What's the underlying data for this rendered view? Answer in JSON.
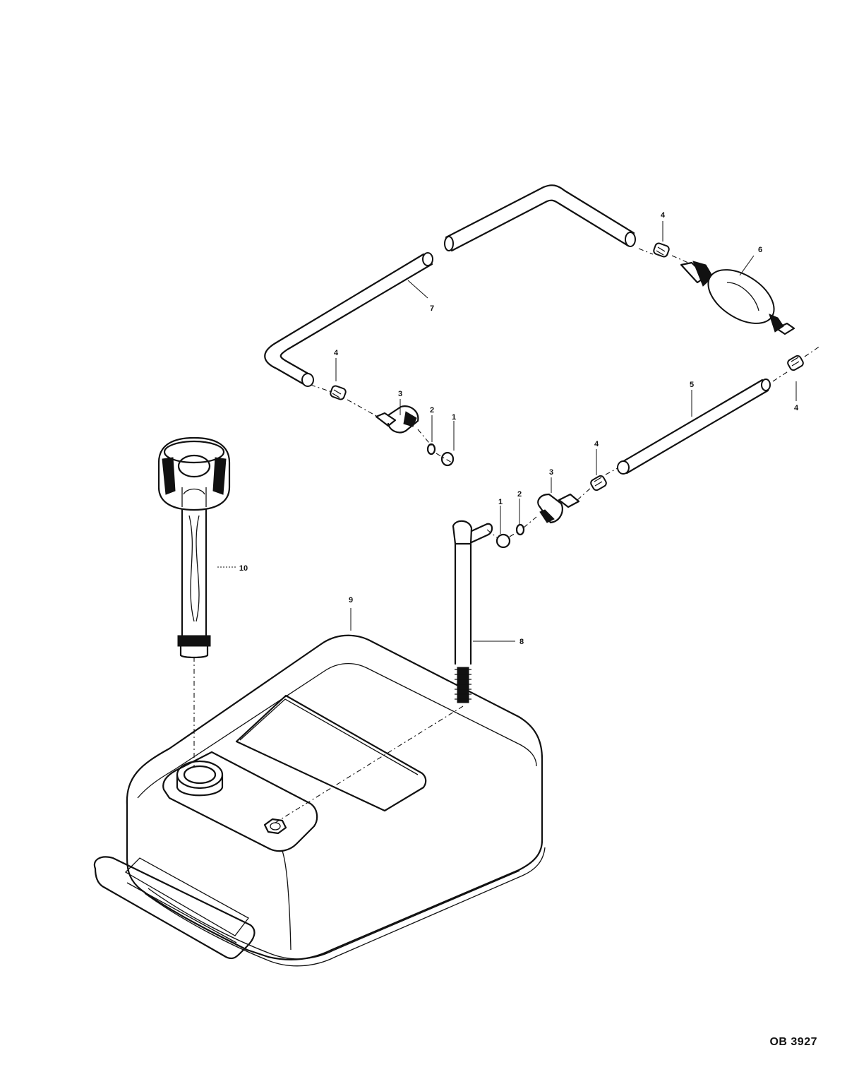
{
  "figure_code": "OB 3927",
  "callouts": {
    "c1a": "1",
    "c1b": "1",
    "c2a": "2",
    "c2b": "2",
    "c3a": "3",
    "c3b": "3",
    "c4a": "4",
    "c4b": "4",
    "c4c": "4",
    "c4d": "4",
    "c5": "5",
    "c6": "6",
    "c7": "7",
    "c8": "8",
    "c9": "9",
    "c10": "10"
  }
}
